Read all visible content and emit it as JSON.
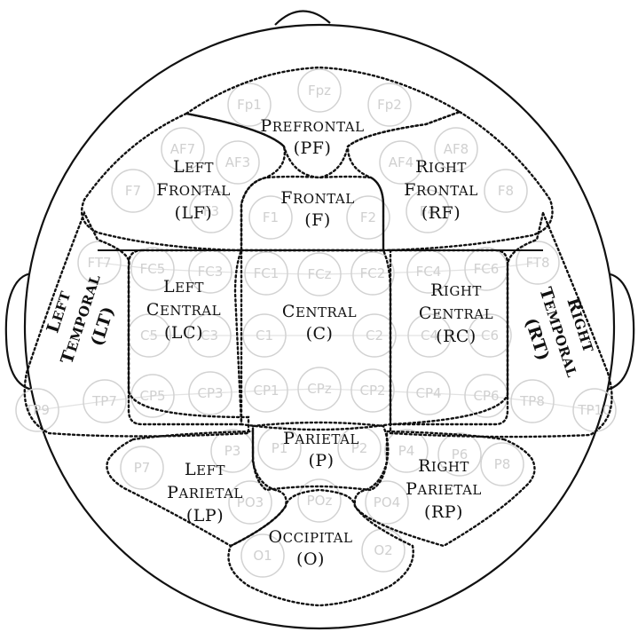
{
  "regions": {
    "prefrontal": {
      "line1": "Prefrontal",
      "line2": "(PF)"
    },
    "left_frontal": {
      "line1": "Left",
      "line2": "Frontal",
      "line3": "(LF)"
    },
    "frontal": {
      "line1": "Frontal",
      "line2": "(F)"
    },
    "right_frontal": {
      "line1": "Right",
      "line2": "Frontal",
      "line3": "(RF)"
    },
    "left_temporal": {
      "line1": "Left",
      "line2": "Temporal",
      "line3": "(LT)"
    },
    "left_central": {
      "line1": "Left",
      "line2": "Central",
      "line3": "(LC)"
    },
    "central": {
      "line1": "Central",
      "line2": "(C)"
    },
    "right_central": {
      "line1": "Right",
      "line2": "Central",
      "line3": "(RC)"
    },
    "right_temporal": {
      "line1": "Right",
      "line2": "Temporal",
      "line3": "(RT)"
    },
    "parietal": {
      "line1": "Parietal",
      "line2": "(P)"
    },
    "left_parietal": {
      "line1": "Left",
      "line2": "Parietal",
      "line3": "(LP)"
    },
    "right_parietal": {
      "line1": "Right",
      "line2": "Parietal",
      "line3": "(RP)"
    },
    "occipital": {
      "line1": "Occipital",
      "line2": "(O)"
    }
  },
  "electrodes": [
    "Fp1",
    "Fpz",
    "Fp2",
    "AF7",
    "AF3",
    "AF4",
    "AF8",
    "F7",
    "F3",
    "F1",
    "F2",
    "F4",
    "F8",
    "FT7",
    "FC5",
    "FC3",
    "FC1",
    "FCz",
    "FC2",
    "FC4",
    "FC6",
    "FT8",
    "C5",
    "C3",
    "C1",
    "C2",
    "C4",
    "C6",
    "TP9",
    "TP7",
    "CP5",
    "CP3",
    "CP1",
    "CPz",
    "CP2",
    "CP4",
    "CP6",
    "TP8",
    "TP10",
    "P7",
    "P3",
    "P1",
    "P2",
    "P4",
    "P6",
    "P8",
    "PO3",
    "POz",
    "PO4",
    "O1",
    "O2"
  ]
}
